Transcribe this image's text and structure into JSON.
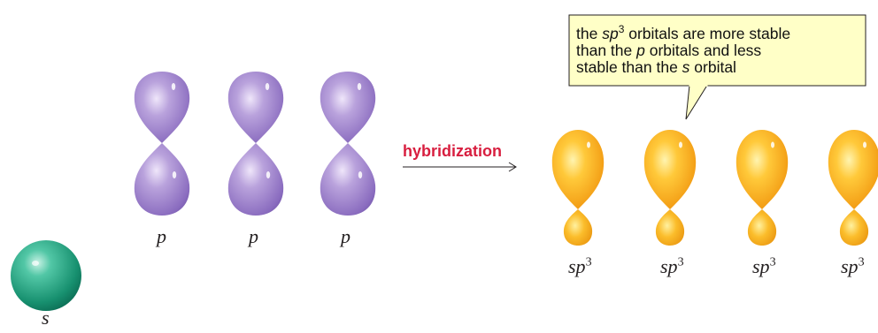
{
  "callout": {
    "line1_pre": "the ",
    "line1_em": "sp",
    "line1_sup": "3",
    "line1_post": " orbitals are more stable",
    "line2_pre": "than the ",
    "line2_em": "p",
    "line2_post": " orbitals and less",
    "line3_pre": "stable than the ",
    "line3_em": "s",
    "line3_post": " orbital",
    "fill_color": "#ffffc7"
  },
  "arrow": {
    "label": "hybridization",
    "label_color": "#d81e3f"
  },
  "orbitals": {
    "s": {
      "label": "s",
      "color": "#2aa58a"
    },
    "p": [
      {
        "label": "p"
      },
      {
        "label": "p"
      },
      {
        "label": "p"
      }
    ],
    "p_color": "#a88fd0",
    "sp3": [
      {
        "label": "sp",
        "sup": "3"
      },
      {
        "label": "sp",
        "sup": "3"
      },
      {
        "label": "sp",
        "sup": "3"
      },
      {
        "label": "sp",
        "sup": "3"
      }
    ],
    "sp3_color": "#f7b01b"
  }
}
